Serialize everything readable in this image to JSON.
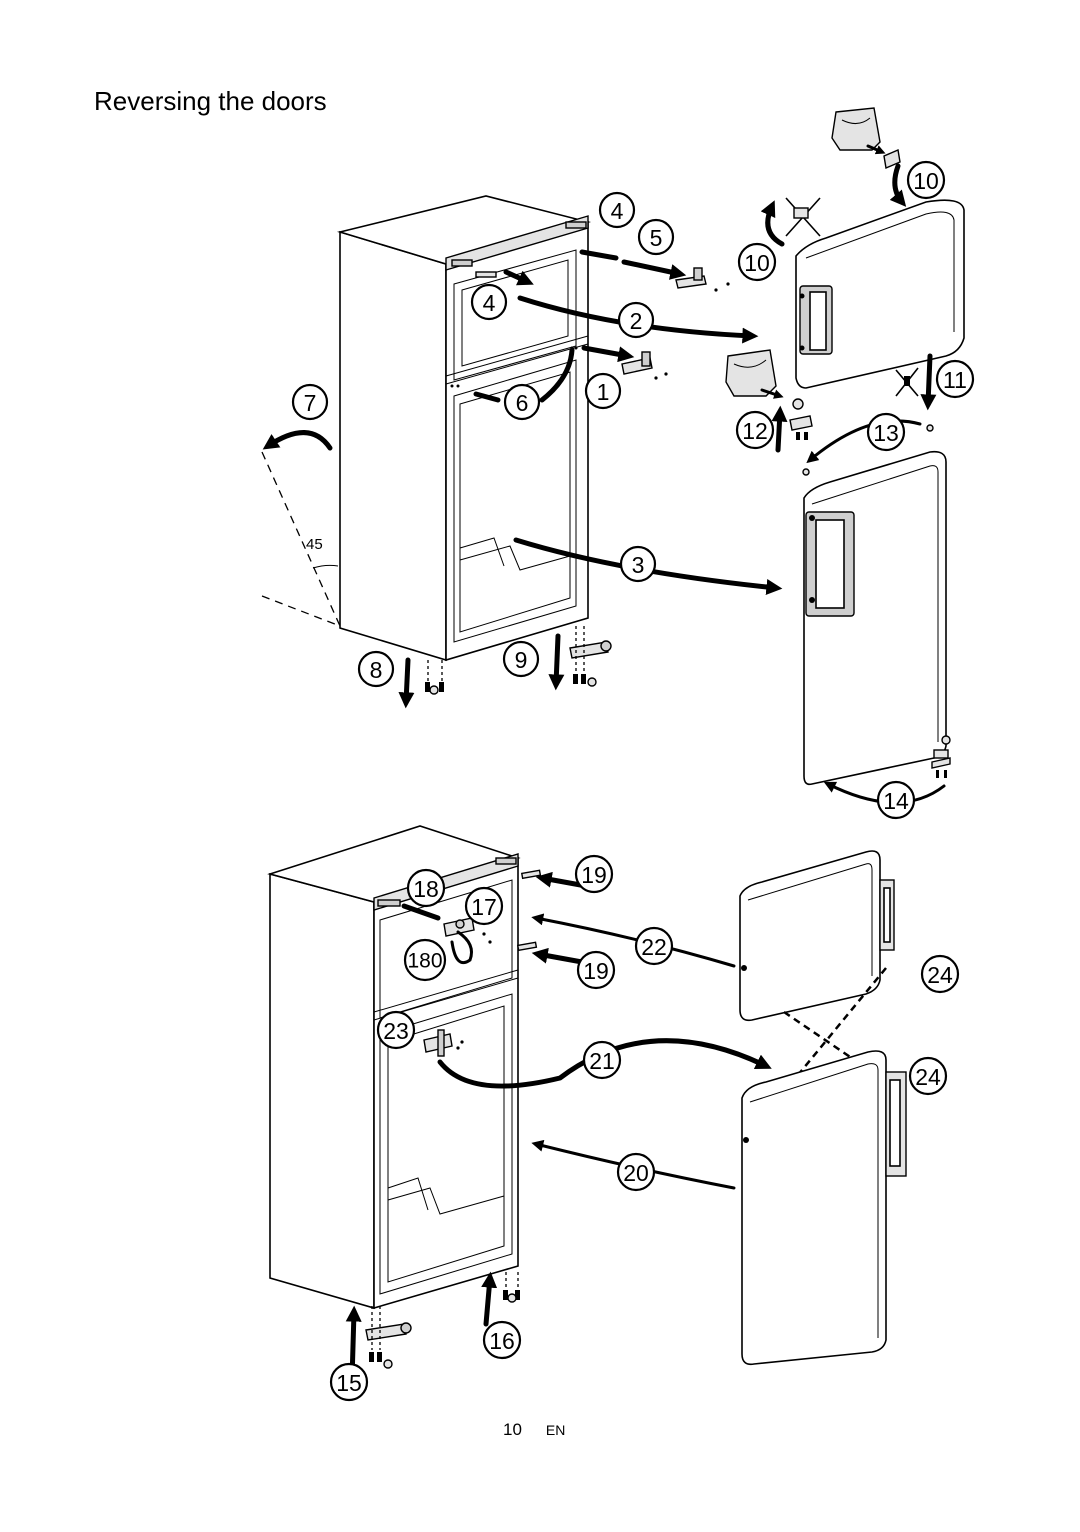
{
  "page": {
    "title": "Reversing the doors",
    "page_number": "10",
    "language": "EN"
  },
  "diagram": {
    "angle_label": "45",
    "step_numbers": {
      "s1": "1",
      "s2": "2",
      "s3": "3",
      "s4a": "4",
      "s4b": "4",
      "s5": "5",
      "s6": "6",
      "s7": "7",
      "s8": "8",
      "s9": "9",
      "s10a": "10",
      "s10b": "10",
      "s11": "11",
      "s12": "12",
      "s13": "13",
      "s14": "14",
      "s15": "15",
      "s16": "16",
      "s17": "17",
      "s18": "18",
      "s180": "180",
      "s19a": "19",
      "s19b": "19",
      "s20": "20",
      "s21": "21",
      "s22": "22",
      "s23": "23",
      "s24a": "24",
      "s24b": "24"
    }
  }
}
